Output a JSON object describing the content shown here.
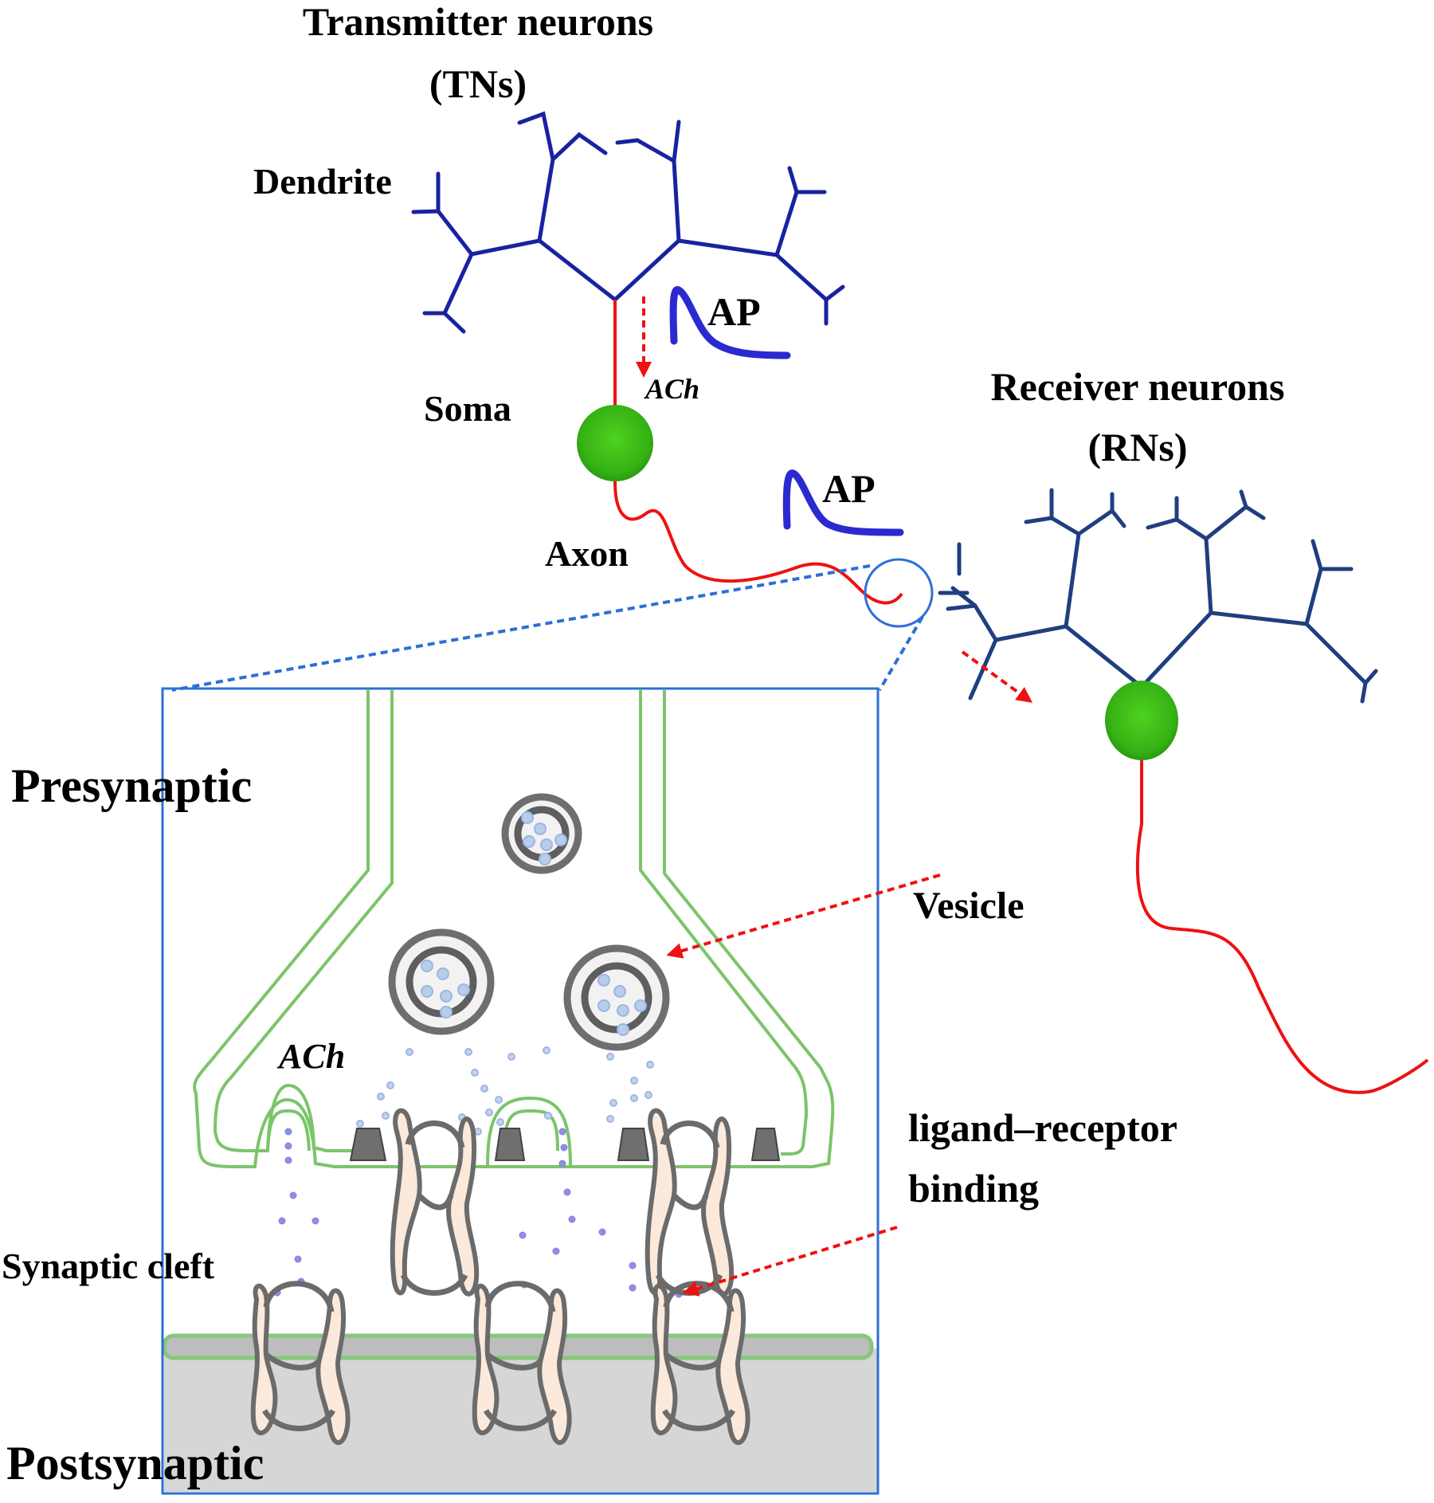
{
  "figure": {
    "labels": {
      "tn_title_line1": "Transmitter neurons",
      "tn_title_line2": "(TNs)",
      "dendrite": "Dendrite",
      "ap_top": "AP",
      "ach_top": "ACh",
      "soma": "Soma",
      "axon": "Axon",
      "ap_mid": "AP",
      "rn_title_line1": "Receiver neurons",
      "rn_title_line2": "(RNs)",
      "presynaptic": "Presynaptic",
      "vesicle": "Vesicle",
      "ach_inset": "ACh",
      "ligand_line1": "ligand–receptor",
      "ligand_line2": "binding",
      "synaptic_cleft": "Synaptic cleft",
      "postsynaptic": "Postsynaptic"
    },
    "colors": {
      "tn_dendrite": "#1a22a0",
      "rn_dendrite": "#1f3f7f",
      "axon": "#ee1111",
      "soma": "#3cbf1a",
      "action_potential": "#2a2ad0",
      "inset_border": "#2d6fd6",
      "membrane": "#7cc46a",
      "postsynaptic_fill": "#d6d6d6",
      "receptor_fill": "#fbe9dc"
    }
  }
}
